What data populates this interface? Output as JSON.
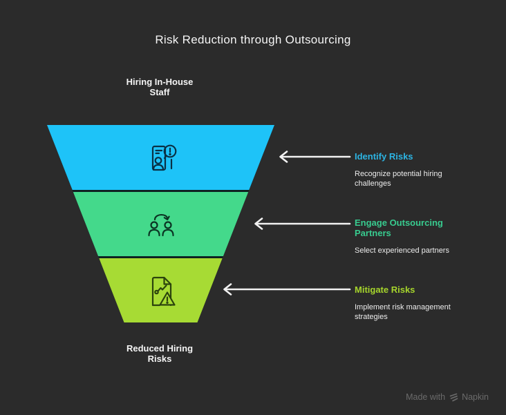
{
  "title": "Risk Reduction through Outsourcing",
  "funnel": {
    "top_label": "Hiring In-House Staff",
    "bottom_label": "Reduced Hiring Risks"
  },
  "stages": [
    {
      "heading": "Identify Risks",
      "description": "Recognize potential hiring challenges",
      "shape_color": "#1ec3f8",
      "heading_color": "#2cb4e3",
      "icon_color": "#0a3044",
      "icon": "person-alert-icon"
    },
    {
      "heading": "Engage Outsourcing Partners",
      "description": "Select experienced partners",
      "shape_color": "#44d98b",
      "heading_color": "#38cb8f",
      "icon_color": "#0b3423",
      "icon": "people-transfer-icon"
    },
    {
      "heading": "Mitigate Risks",
      "description": "Implement risk management strategies",
      "shape_color": "#a7db34",
      "heading_color": "#a6d52c",
      "icon_color": "#2b430d",
      "icon": "document-warning-icon"
    }
  ],
  "colors": {
    "background": "#2b2b2b",
    "funnel_outline": "#0e2222",
    "arrow": "#f2f2f2",
    "text_primary": "#f5f5f5",
    "text_secondary": "#ececec",
    "watermark": "#6b6b6b"
  },
  "watermark": {
    "prefix": "Made with",
    "brand": "Napkin"
  }
}
